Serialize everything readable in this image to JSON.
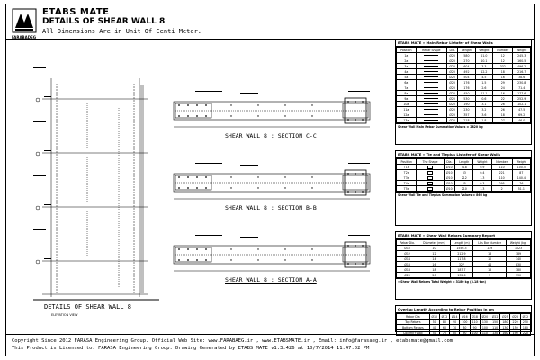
{
  "header": {
    "brand": "ETABS MATE",
    "title": "DETAILS OF SHEAR WALL 8",
    "company_short": "FARABADEG",
    "dims_note": "All Dimensions Are in Unit Of Centi Meter."
  },
  "elevation": {
    "title": "DETAILS OF SHEAR WALL 8",
    "subtitle": "ELEVATION VIEW"
  },
  "sections": [
    {
      "title": "SHEAR WALL 8 : SECTION C-C"
    },
    {
      "title": "SHEAR WALL 8 : SECTION B-B"
    },
    {
      "title": "SHEAR WALL 8 : SECTION A-A"
    }
  ],
  "main_rebar": {
    "title": "ETABS MATE » Main Rebar Listafer of Shear Walls",
    "headers": [
      "Position",
      "Rebar Shape",
      "Dia.",
      "Length",
      "Weight",
      "Number",
      "Weight"
    ],
    "rows": [
      [
        "1a",
        "Ø20",
        "580",
        "21.0",
        "12",
        "245.3"
      ],
      [
        "2a",
        "Ø20",
        "270",
        "10.1",
        "12",
        "160.5"
      ],
      [
        "3a",
        "Ø20",
        "604",
        "3.3",
        "332",
        "496.2"
      ],
      [
        "4a",
        "Ø20",
        "492",
        "12.2",
        "18",
        "216.7"
      ],
      [
        "5a",
        "Ø20",
        "504",
        "4.5",
        "16",
        "38.6"
      ],
      [
        "6a",
        "Ø20",
        "176",
        "1.5",
        "29",
        "230.8"
      ],
      [
        "7a",
        "Ø20",
        "176",
        "2.6",
        "24",
        "71.4"
      ],
      [
        "8a",
        "Ø20",
        "450",
        "11.1",
        "16",
        "177.6"
      ],
      [
        "9a",
        "Ø20",
        "530",
        "0.6",
        "22",
        "252.9"
      ],
      [
        "10a",
        "Ø20",
        "190",
        "3.1",
        "26",
        "102.1"
      ],
      [
        "11a",
        "Ø20",
        "230",
        "3.2",
        "26",
        "47.5"
      ],
      [
        "12a",
        "Ø20",
        "357",
        "3.6",
        "18",
        "69.2"
      ],
      [
        "13a",
        "Ø20",
        "218",
        "1.8",
        "27",
        "46.0"
      ]
    ],
    "summary": "Shear Wall Main Rebar Summation Values =",
    "total": "2820",
    "unit": "kg"
  },
  "tie_rebar": {
    "title": "ETABS MATE » Tie and Tieplus Listafer of Shear Walls",
    "headers": [
      "Position",
      "The Shape",
      "Dia.",
      "Length",
      "Weight",
      "Number",
      "Weight"
    ],
    "rows": [
      [
        "T1a",
        "Ø10",
        "518",
        "0.9",
        "110",
        "100.5"
      ],
      [
        "T2a",
        "Ø10",
        "63",
        "0.4",
        "221",
        "87"
      ],
      [
        "T3a",
        "Ø10",
        "212",
        "1.3",
        "110",
        "140.4"
      ],
      [
        "T4a",
        "Ø10",
        "45",
        "0.3",
        "295",
        "76"
      ],
      [
        "T5a",
        "Ø10",
        "210",
        "1.3",
        "2",
        "51.1"
      ]
    ],
    "summary": "Shear Wall Tie and Tieplus Summation Values =",
    "total": "866",
    "unit": "kg"
  },
  "summary_report": {
    "title": "ETABS MATE » Shear Wall Rebars Summary Report",
    "headers": [
      "Rebar Dia.",
      "Diameter (mm)",
      "Length (m)",
      "Lbs Bar Number",
      "Weight (kg)"
    ],
    "rows": [
      [
        "Ø10",
        "10",
        "1556.3",
        "139",
        "1023"
      ],
      [
        "Ø12",
        "12",
        "212.9",
        "18",
        "189"
      ],
      [
        "Ø14",
        "14",
        "117.8",
        "10",
        "140"
      ],
      [
        "Ø16",
        "16",
        "327",
        "44",
        "830"
      ],
      [
        "Ø18",
        "18",
        "187.7",
        "16",
        "380"
      ],
      [
        "Ø20",
        "20",
        "132.6",
        "5",
        "330"
      ]
    ],
    "total": "» Shear Wall Rebars Total Weight = 3180 kg (3.18 ton)"
  },
  "overlap": {
    "title": "Overlap Length According to Rebar Position in cm",
    "rows": [
      [
        "Rebar Dia",
        "Ø10",
        "Ø12",
        "Ø14",
        "Ø16",
        "Ø18",
        "Ø20",
        "Ø22",
        "Ø25",
        "Ø28",
        "Ø32"
      ],
      [
        "Top Rebars",
        "50",
        "80",
        "90",
        "100",
        "110",
        "130",
        "150",
        "180",
        "220",
        "250"
      ],
      [
        "Bottom Rebars",
        "40",
        "60",
        "70",
        "80",
        "90",
        "100",
        "110",
        "130",
        "150",
        "180"
      ],
      [
        "Column+Wall",
        "50",
        "70",
        "80",
        "90",
        "100",
        "110",
        "130",
        "160",
        "190",
        "220"
      ]
    ]
  },
  "footer": {
    "line1": "Copyright Since 2012 FARASA Engineering Group. Official Web Site: www.FARABAEG.ir , www.ETABSMATE.ir , Email: info@farasaeg.ir , etabsmate@gmail.com",
    "line2": "This Product is Licensed to: FARASA Engineering Group. Drawing Generated by ETABS MATE v1.3.426 at 10/7/2014 11:47:02 PM"
  }
}
